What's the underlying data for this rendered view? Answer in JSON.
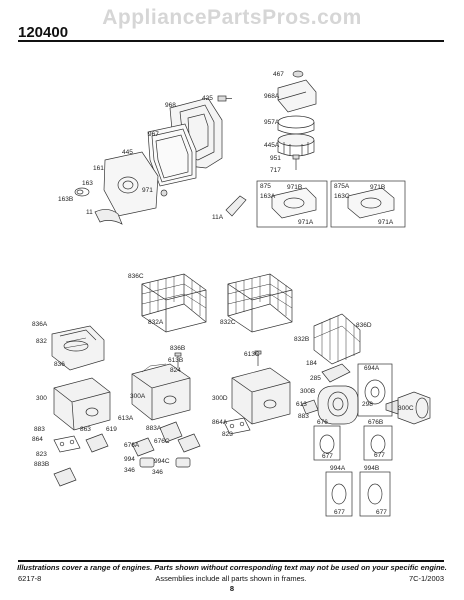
{
  "header": {
    "watermark": "AppliancePartsPros.com",
    "model_number": "120400"
  },
  "callouts": {
    "c467": "467",
    "c968A": "968A",
    "c425": "425",
    "c968": "968",
    "c957A": "957A",
    "c967": "967",
    "c445A": "445A",
    "c445": "445",
    "c951": "951",
    "c717": "717",
    "c161": "161",
    "c163": "163",
    "c971": "971",
    "c163B": "163B",
    "c11": "11",
    "c11A": "11A",
    "c875": "875",
    "c971B": "971B",
    "c163A": "163A",
    "c971A": "971A",
    "c875A": "875A",
    "c971B_2": "971B",
    "c163C": "163C",
    "c971A_2": "971A",
    "c836C": "836C",
    "c836D": "836D",
    "c836A": "836A",
    "c832A": "832A",
    "c832C": "832C",
    "c832": "832",
    "c832B": "832B",
    "c836B": "836B",
    "c836": "836",
    "c613B": "613B",
    "c824": "824",
    "c613C": "613C",
    "c184": "184",
    "c285": "285",
    "c694A": "694A",
    "c300": "300",
    "c300A": "300A",
    "c300D": "300D",
    "c300B": "300B",
    "c298": "298",
    "c300C": "300C",
    "c613": "613",
    "c613A": "613A",
    "c619": "619",
    "c864A": "864A",
    "c823": "823",
    "c883": "883",
    "c863": "863",
    "c883A": "883A",
    "c676": "676",
    "c676B": "676B",
    "c864": "864",
    "c676A": "676A",
    "c676C": "676C",
    "c823_2": "823",
    "c994": "994",
    "c994C": "994C",
    "c346": "346",
    "c346_2": "346",
    "c883B": "883B",
    "c677": "677",
    "c677_2": "677",
    "c994A": "994A",
    "c994B": "994B",
    "c677_3": "677",
    "c677_4": "677"
  },
  "footer": {
    "disclaimer": "Illustrations cover a range of engines. Parts shown without corresponding text may not be used on your specific engine.",
    "code_left": "6217-8",
    "note": "Assemblies include all parts shown in frames.",
    "code_right": "7C-1/2003",
    "page": "8"
  }
}
